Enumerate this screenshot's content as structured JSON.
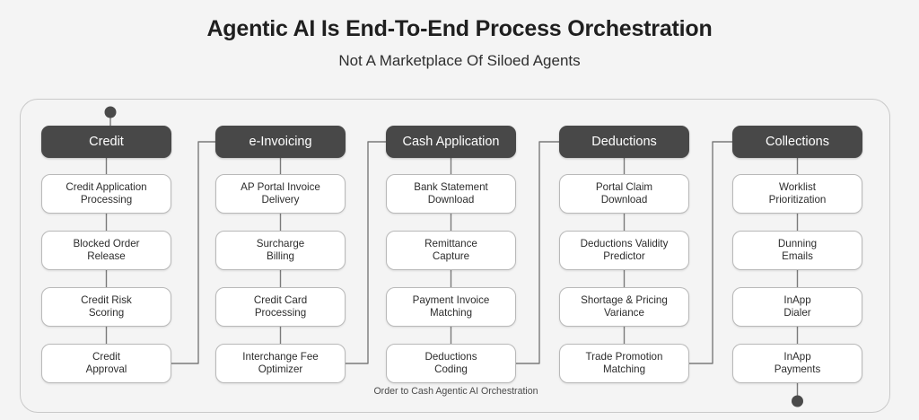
{
  "header": {
    "title": "Agentic AI Is End-To-End Process Orchestration",
    "subtitle": "Not A Marketplace Of Siloed Agents"
  },
  "diagram": {
    "caption": "Order to Cash Agentic AI Orchestration",
    "start_marker": "start-dot",
    "end_marker": "end-dot",
    "colors": {
      "header_fill": "#484848",
      "header_text": "#ffffff",
      "card_fill": "#ffffff",
      "card_border": "#b9b9b9",
      "card_text": "#2c2c2c",
      "connector": "#7a7a7a",
      "frame_border": "#c9c9c9",
      "page_background": "#f4f4f4",
      "marker_dot": "#4a4a4a"
    },
    "columns": [
      {
        "id": "credit",
        "header": "Credit",
        "steps": [
          "Credit Application\nProcessing",
          "Blocked Order\nRelease",
          "Credit Risk\nScoring",
          "Credit\nApproval"
        ]
      },
      {
        "id": "e-invoicing",
        "header": "e-Invoicing",
        "steps": [
          "AP Portal Invoice\nDelivery",
          "Surcharge\nBilling",
          "Credit Card\nProcessing",
          "Interchange Fee\nOptimizer"
        ]
      },
      {
        "id": "cash-application",
        "header": "Cash Application",
        "steps": [
          "Bank Statement\nDownload",
          "Remittance\nCapture",
          "Payment Invoice\nMatching",
          "Deductions\nCoding"
        ]
      },
      {
        "id": "deductions",
        "header": "Deductions",
        "steps": [
          "Portal Claim\nDownload",
          "Deductions Validity\nPredictor",
          "Shortage & Pricing\nVariance",
          "Trade Promotion\nMatching"
        ]
      },
      {
        "id": "collections",
        "header": "Collections",
        "steps": [
          "Worklist\nPrioritization",
          "Dunning\nEmails",
          "InApp\nDialer",
          "InApp\nPayments"
        ]
      }
    ]
  }
}
